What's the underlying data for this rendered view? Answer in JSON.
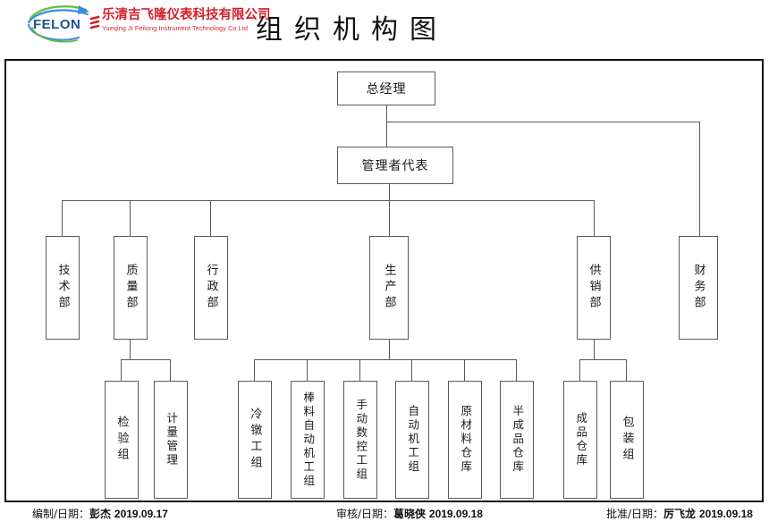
{
  "header": {
    "logo_text": "FELON",
    "logo_name": "felon-logo",
    "company_name_cn": "乐清吉飞隆仪表科技有限公司",
    "company_name_en": "Yueqing Ji Feilong Instrument Technology Co Ltd",
    "title": "组织机构图",
    "brand_red": "#d4202a",
    "brand_blue": "#1d4f91",
    "brand_green": "#6cbe45"
  },
  "chart": {
    "top": {
      "label": "总经理"
    },
    "second": {
      "label": "管理者代表"
    },
    "departments": [
      {
        "label": "技术部"
      },
      {
        "label": "质量部"
      },
      {
        "label": "行政部"
      },
      {
        "label": "生产部"
      },
      {
        "label": "供销部"
      },
      {
        "label": "财务部"
      }
    ],
    "quality_groups": [
      {
        "label": "检验组"
      },
      {
        "label": "计量管理"
      }
    ],
    "production_groups": [
      {
        "label": "冷镦工组"
      },
      {
        "label": "棒料自动机工组"
      },
      {
        "label": "手动数控工组"
      },
      {
        "label": "自动机工组"
      },
      {
        "label": "原材料仓库"
      },
      {
        "label": "半成品仓库"
      }
    ],
    "sales_groups": [
      {
        "label": "成品仓库"
      },
      {
        "label": "包装组"
      }
    ]
  },
  "footer": {
    "prepared": {
      "label": "编制/日期：",
      "name": "彭杰",
      "date": "2019.09.17"
    },
    "reviewed": {
      "label": "审核/日期：",
      "name": "葛晓侠",
      "date": "2019.09.18"
    },
    "approved": {
      "label": "批准/日期：",
      "name": "厉飞龙",
      "date": "2019.09.18"
    }
  }
}
